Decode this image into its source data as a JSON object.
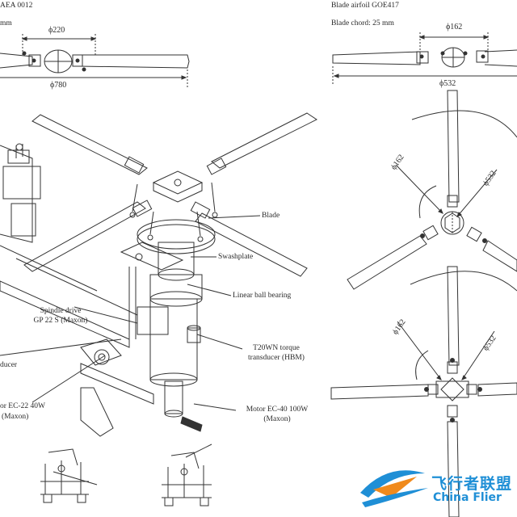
{
  "top_left": {
    "airfoil": "AEA 0012",
    "unit": "mm",
    "hub_diameter": "ϕ220",
    "rotor_diameter": "ϕ780"
  },
  "top_right": {
    "airfoil": "Blade airfoil GOE417",
    "chord": "Blade chord: 25 mm",
    "hub_diameter": "ϕ162",
    "rotor_diameter": "ϕ532"
  },
  "three_blade_view": {
    "hub_diameter": "ϕ162",
    "rotor_diameter": "ϕ532"
  },
  "four_blade_view": {
    "hub_diameter": "ϕ162",
    "rotor_diameter": "ϕ532"
  },
  "callouts": {
    "blade": "Blade",
    "swashplate": "Swashplate",
    "linear_bearing": "Linear ball bearing",
    "spindle_drive_1": "Spindle drive",
    "spindle_drive_2": "GP 22 S (Maxon)",
    "transducer_cut": "ducer",
    "torque_1": "T20WN torque",
    "torque_2": "transducer (HBM)",
    "motor_small_1": "or EC-22 40W",
    "motor_small_2": "(Maxon)",
    "motor_main_1": "Motor EC-40 100W",
    "motor_main_2": "(Maxon)"
  },
  "watermark": {
    "cn": "飞行者联盟",
    "en": "China Flier",
    "logo": "paper-plane-logo"
  },
  "colors": {
    "line": "#333333",
    "watermark": "#1f8fd6",
    "watermark_orange": "#f08a1c"
  }
}
